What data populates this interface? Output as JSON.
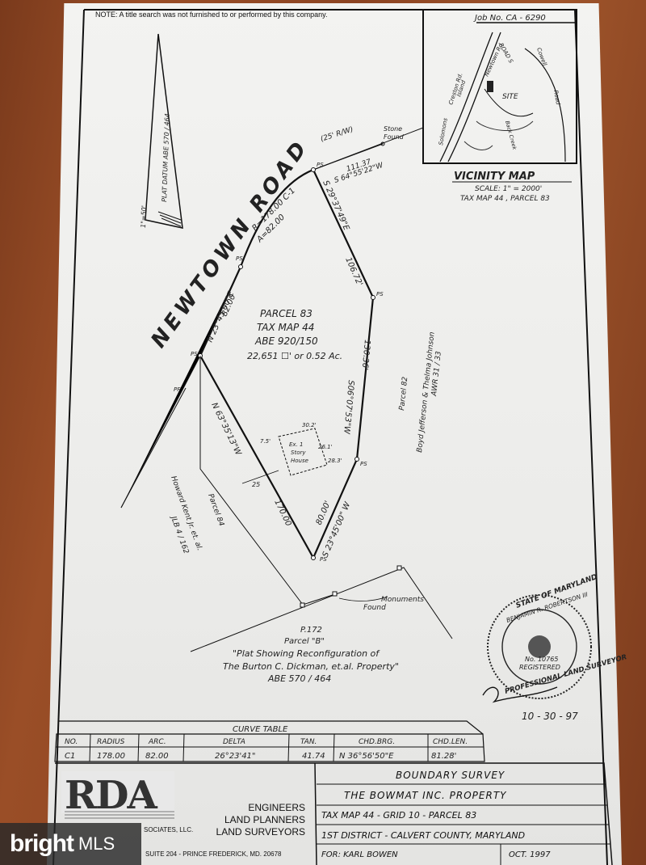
{
  "note": "NOTE:  A title search was not furnished to or performed by this company.",
  "job_no": "Job No. CA - 6290",
  "vicinity": {
    "title": "VICINITY MAP",
    "scale": "SCALE: 1\" = 2000'",
    "tax": "TAX MAP 44 , PARCEL 83",
    "labels": {
      "road_s": "ROAD S",
      "creston": "Creston Rd.",
      "newtown": "Newtown Rd.",
      "site": "SITE",
      "cowell": "Cowell",
      "road": "Road",
      "back_creek": "Back Creek",
      "solomons": "Solomons",
      "island": "Island"
    }
  },
  "datum": {
    "text": "PLAT DATUM ABE 570 / 464",
    "scale": "1\"=50'"
  },
  "road": {
    "name": "NEWTOWN  ROAD",
    "rw": "(25' R/W)"
  },
  "stone_found": [
    "Stone",
    "Found"
  ],
  "bearings": {
    "top": "111.37",
    "top_brg": "S 64°55'22\"W",
    "curve1": "R=178.00 C-1",
    "curve2": "A=82.00",
    "right_upper": "S 29°37'49\"E",
    "right_upper_len": "106.72'",
    "right_side": "130.36'",
    "right_lower": "S06°07'53\"W",
    "bottom_right": "S 23°45'00\" W",
    "bottom_right_len": "80.00'",
    "left_upper": "N 23°45'00\"E",
    "left_upper_len": "82.00",
    "left_lower": "N 63°35'13\"W",
    "left_lower_len": "170.00",
    "offset_25": "25",
    "house_dims": [
      "7.5'",
      "30.2'",
      "26.1'",
      "28.3'"
    ]
  },
  "ps": "PS",
  "pf": "PF",
  "parcel83": [
    "PARCEL 83",
    "TAX MAP 44",
    "ABE 920/150",
    "22,651 ☐' or 0.52 Ac."
  ],
  "house": [
    "Ex. 1",
    "Story",
    "House"
  ],
  "parcel82": [
    "Parcel 82",
    "Boyd Jefferson & Thelma Johnson",
    "AWR 31 / 33"
  ],
  "parcel84": [
    "Parcel 84",
    "Howard Kent Jr. et. al.",
    "JLB 4 / 162"
  ],
  "monuments": [
    "Monuments",
    "Found"
  ],
  "parcelB": [
    "P.172",
    "Parcel \"B\"",
    "\"Plat Showing Reconfiguration of",
    "The Burton C. Dickman, et.al. Property\"",
    "ABE 570 / 464"
  ],
  "seal": {
    "top": "STATE OF MARYLAND",
    "name": "BENJAMIN R. ROBERTSON III",
    "reg": "REGISTERED",
    "no": "No. 10765",
    "bottom": "PROFESSIONAL LAND SURVEYOR"
  },
  "date_signed": "10 - 30 - 97",
  "curve_table": {
    "title": "CURVE TABLE",
    "headers": [
      "NO.",
      "RADIUS",
      "ARC.",
      "DELTA",
      "TAN.",
      "CHD.BRG.",
      "CHD.LEN."
    ],
    "row": [
      "C1",
      "178.00",
      "82.00",
      "26°23'41\"",
      "41.74",
      "N 36°56'50\"E",
      "81.28'"
    ]
  },
  "logo": "RDA",
  "firm": {
    "lines": [
      "ENGINEERS",
      "LAND PLANNERS",
      "LAND SURVEYORS"
    ],
    "assoc": "SOCIATES, LLC.",
    "address": "SUITE 204 - PRINCE FREDERICK, MD. 20678"
  },
  "title_block": [
    "BOUNDARY  SURVEY",
    "THE  BOWMAT  INC.  PROPERTY",
    "TAX MAP 44 - GRID 10 - PARCEL 83",
    "1ST DISTRICT - CALVERT COUNTY, MARYLAND"
  ],
  "for": "FOR:  KARL  BOWEN",
  "date": "OCT.     1997",
  "watermark": {
    "brand": "bright",
    "mls": "MLS"
  }
}
